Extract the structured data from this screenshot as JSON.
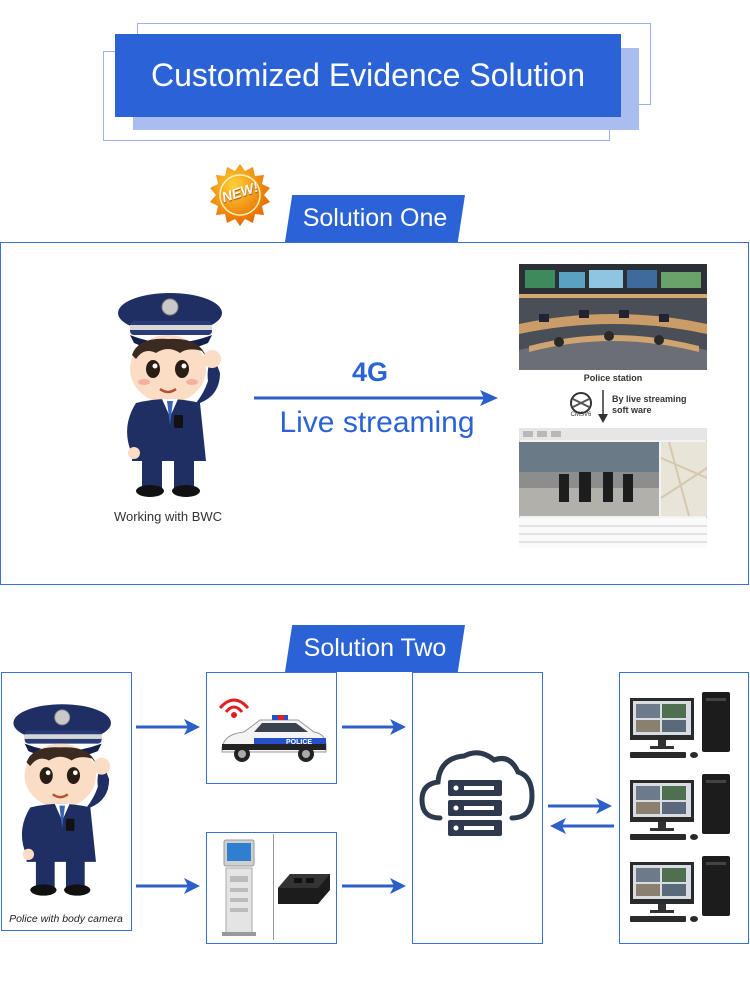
{
  "header": {
    "title": "Customized Evidence Solution",
    "new_badge": "NEW!"
  },
  "solution_one": {
    "tab": "Solution One",
    "officer_caption": "Working with BWC",
    "link_top": "4G",
    "link_bottom": "Live streaming",
    "station_caption": "Police station",
    "software_caption": "By live streaming soft ware",
    "software_logo": "CMSV6"
  },
  "solution_two": {
    "tab": "Solution Two",
    "officer_caption": "Police with body camera"
  },
  "colors": {
    "accent": "#2b63d6",
    "arrow": "#2d5fc9",
    "frame": "#3a6fd8"
  }
}
